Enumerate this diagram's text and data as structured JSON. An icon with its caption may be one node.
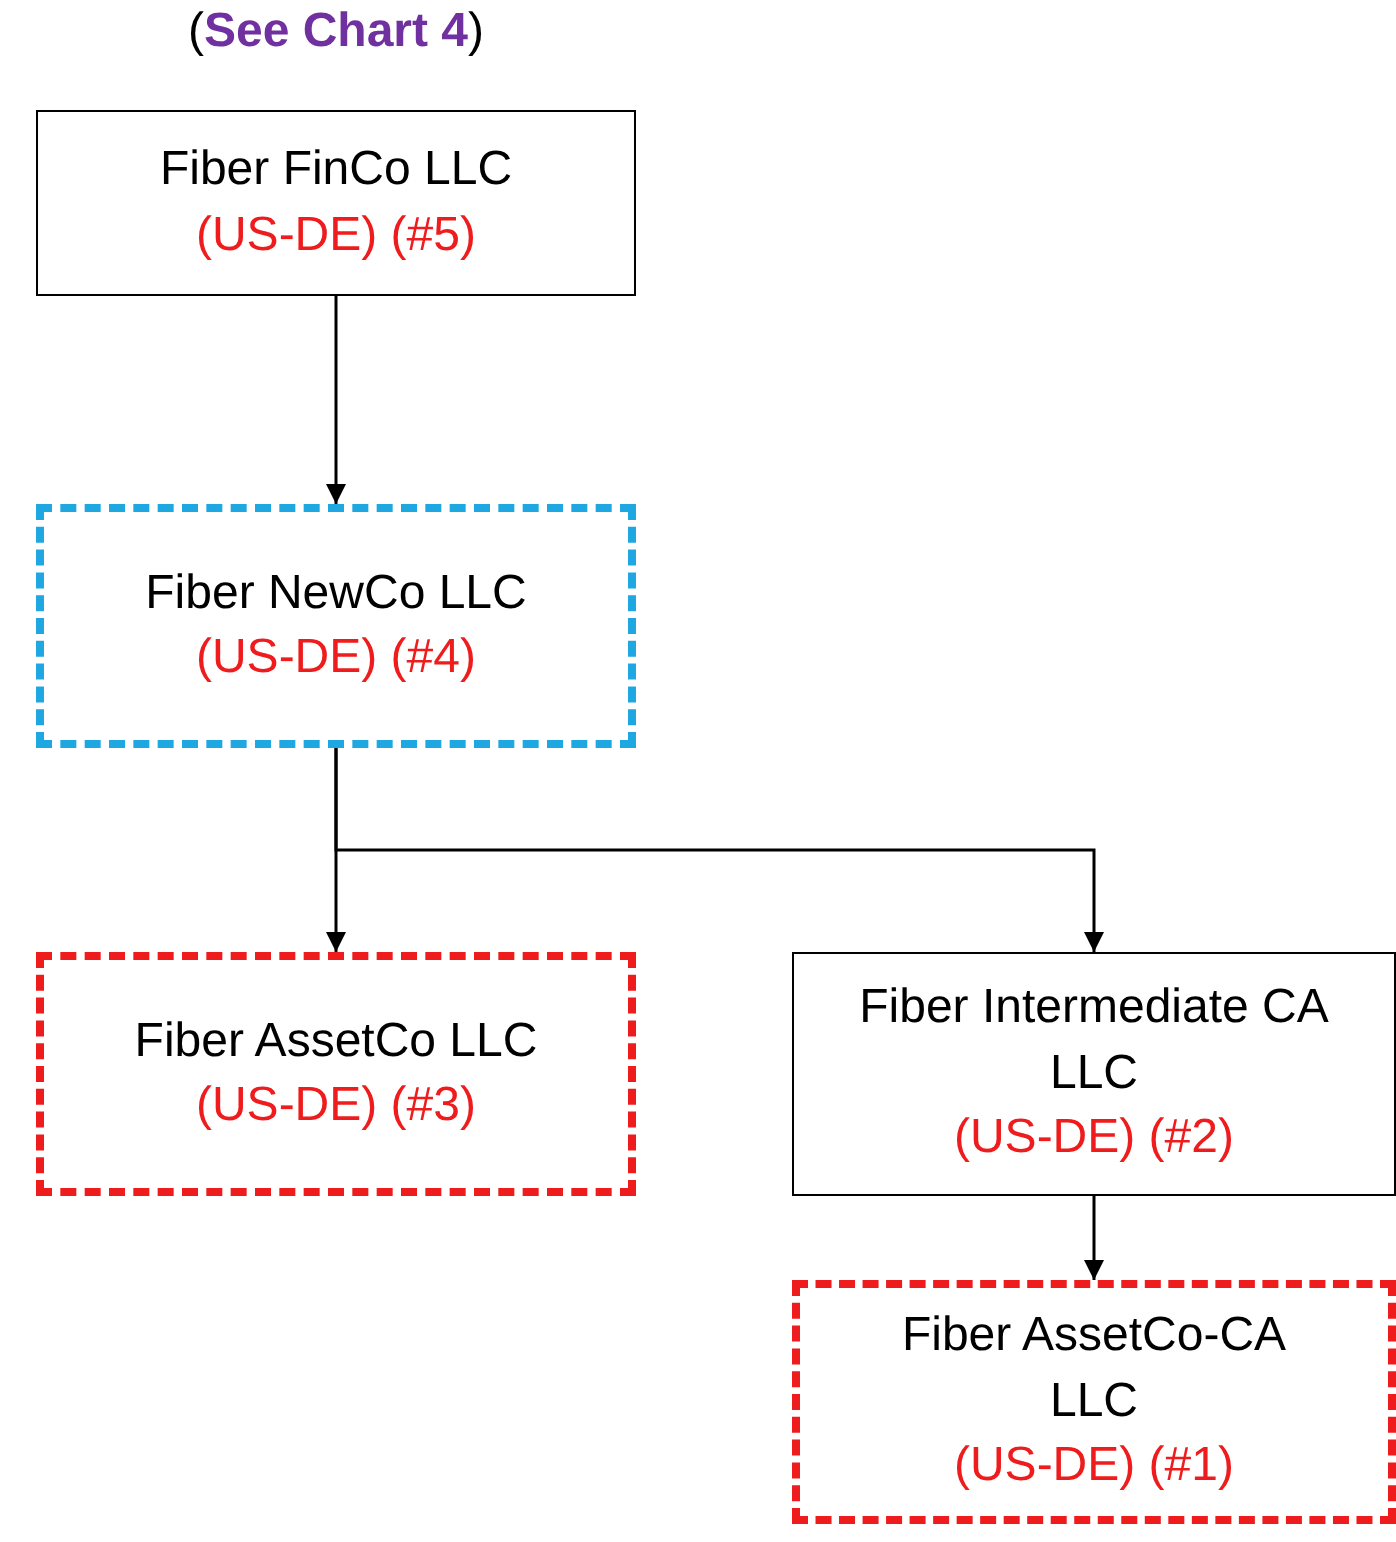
{
  "diagram": {
    "title": "(**See Chart 4**)",
    "nodes": [
      {
        "text": [
          "Fiber FinCo LLC",
          "(US-DE) (#5)"
        ]
      },
      {
        "text": [
          "Fiber NewCo LLC",
          "(US-DE) (#4)"
        ]
      },
      {
        "text": [
          "Fiber AssetCo LLC",
          "(US-DE) (#3)"
        ]
      },
      {
        "text": [
          "Fiber Intermediate CA LLC",
          "(US-DE) (#2)"
        ]
      },
      {
        "text": [
          "Fiber AssetCo-CA LLC",
          "(US-DE) (#1)"
        ]
      }
    ],
    "edges": [
      {
        "from": 0,
        "to": 1,
        "arrow": "to"
      },
      {
        "from": 1,
        "to": 2,
        "arrow": "to"
      },
      {
        "from": 1,
        "to": 3,
        "arrow": "to"
      },
      {
        "from": 3,
        "to": 4,
        "arrow": "to"
      }
    ]
  }
}
